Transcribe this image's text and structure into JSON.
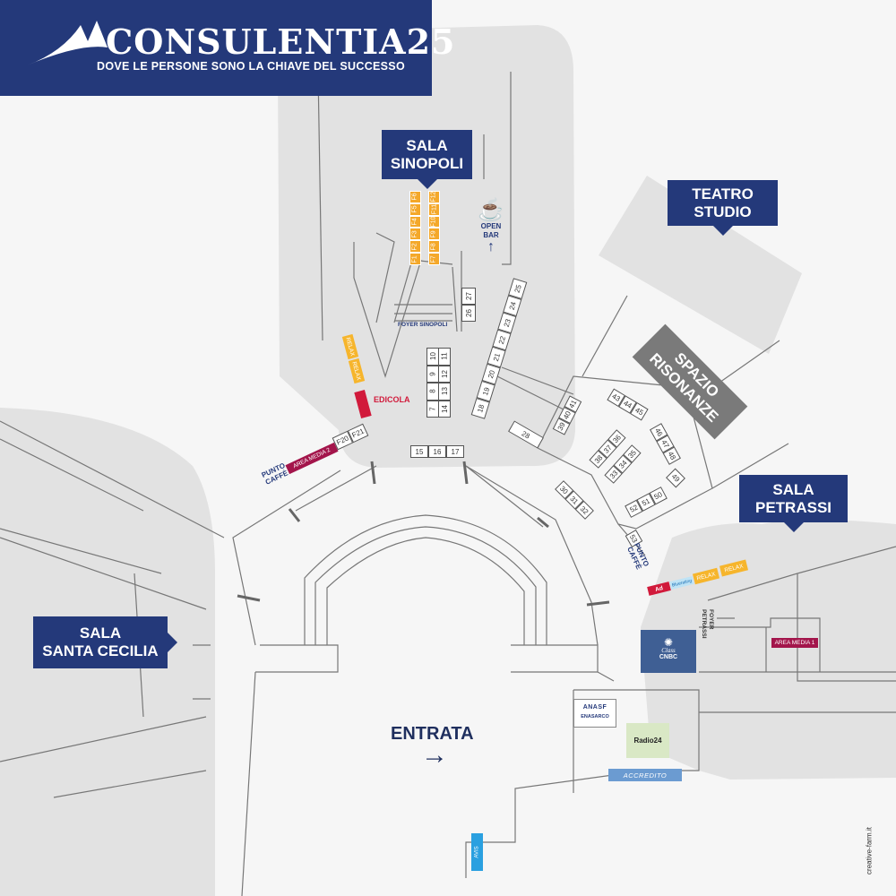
{
  "header": {
    "brand": "CONSULENTIA25",
    "tagline": "DOVE LE PERSONE SONO LA CHIAVE DEL SUCCESSO"
  },
  "halls": {
    "sinopoli": [
      "SALA",
      "SINOPOLI"
    ],
    "teatro": [
      "TEATRO",
      "STUDIO"
    ],
    "risonanze": [
      "SPAZIO",
      "RISONANZE"
    ],
    "petrassi": [
      "SALA",
      "PETRASSI"
    ],
    "cecilia": [
      "SALA",
      "SANTA CECILIA"
    ]
  },
  "labels": {
    "open_bar": [
      "OPEN",
      "BAR"
    ],
    "foyer_sinopoli": "FOYER SINOPOLI",
    "foyer_petrassi": [
      "FOYER",
      "PETRASSI"
    ],
    "edicola": "EDICOLA",
    "relax": "RELAX",
    "punto_caffe": [
      "PUNTO",
      "CAFFÈ"
    ],
    "area_media_1": "AREA MEDIA 1",
    "area_media_2": "AREA MEDIA 2",
    "entrata": "ENTRATA",
    "accredito": "ACCREDITO",
    "avis": "AVIS",
    "credit": "creative-farm.it"
  },
  "sponsors": {
    "cnbc": [
      "Class",
      "CNBC"
    ],
    "anasf": "ANASF",
    "enasarco": "ENASARCO",
    "radio24": "Radio24",
    "ad": "Ad",
    "bluebrand": "Bluerating"
  },
  "stands": {
    "f_left": [
      "F6",
      "F5",
      "F4",
      "F3",
      "F2",
      "F1"
    ],
    "f_right": [
      "F12",
      "F11",
      "F10",
      "F9",
      "F8",
      "F7"
    ],
    "col_a": [
      "10",
      "9",
      "8",
      "7"
    ],
    "col_b": [
      "11",
      "12",
      "13",
      "14"
    ],
    "s26": [
      "27",
      "26"
    ],
    "s18": [
      "18",
      "19",
      "20",
      "21",
      "22",
      "23",
      "24",
      "25"
    ],
    "s15": [
      "15",
      "16",
      "17"
    ],
    "s28": [
      "28"
    ],
    "s39": [
      "39",
      "40",
      "41"
    ],
    "s43": [
      "43",
      "44",
      "45"
    ],
    "s46": [
      "46",
      "47",
      "48"
    ],
    "s49": [
      "49"
    ],
    "s50": [
      "52",
      "51",
      "50"
    ],
    "s36": [
      "38",
      "37",
      "36"
    ],
    "s33": [
      "33",
      "34",
      "35"
    ],
    "s30": [
      "30",
      "31",
      "32"
    ],
    "s53": [
      "53"
    ],
    "sf20": [
      "F20",
      "F21"
    ]
  },
  "colors": {
    "navy": "#24397a",
    "orange": "#f4a82a",
    "relax": "#f6b52c",
    "edicola": "#d11a3b",
    "media": "#a3154b",
    "zone": "#e2e2e2"
  }
}
